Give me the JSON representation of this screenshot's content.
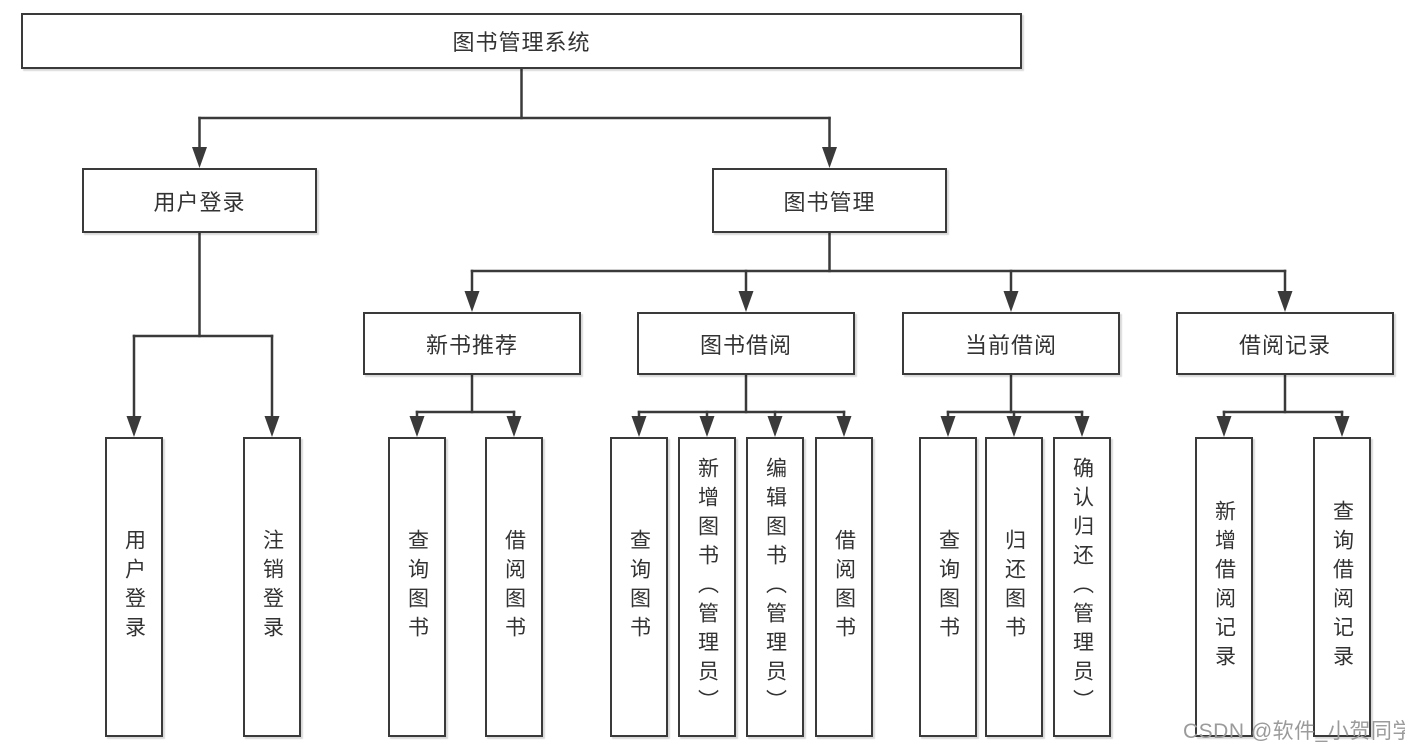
{
  "tree": {
    "label": "图书管理系统",
    "children": [
      {
        "label": "用户登录",
        "children": [
          {
            "label": "用户登录"
          },
          {
            "label": "注销登录"
          }
        ]
      },
      {
        "label": "图书管理",
        "children": [
          {
            "label": "新书推荐",
            "children": [
              {
                "label": "查询图书"
              },
              {
                "label": "借阅图书"
              }
            ]
          },
          {
            "label": "图书借阅",
            "children": [
              {
                "label": "查询图书"
              },
              {
                "label": "新增图书（管理员）"
              },
              {
                "label": "编辑图书（管理员）"
              },
              {
                "label": "借阅图书"
              }
            ]
          },
          {
            "label": "当前借阅",
            "children": [
              {
                "label": "查询图书"
              },
              {
                "label": "归还图书"
              },
              {
                "label": "确认归还（管理员）"
              }
            ]
          },
          {
            "label": "借阅记录",
            "children": [
              {
                "label": "新增借阅记录"
              },
              {
                "label": "查询借阅记录"
              }
            ]
          }
        ]
      }
    ]
  },
  "watermark": "CSDN @软件_小贺同学",
  "colors": {
    "line": "#3a3a3a",
    "box_border": "#3a3a3a",
    "text": "#333333",
    "watermark": "#9b9b9b",
    "background": "#ffffff"
  }
}
